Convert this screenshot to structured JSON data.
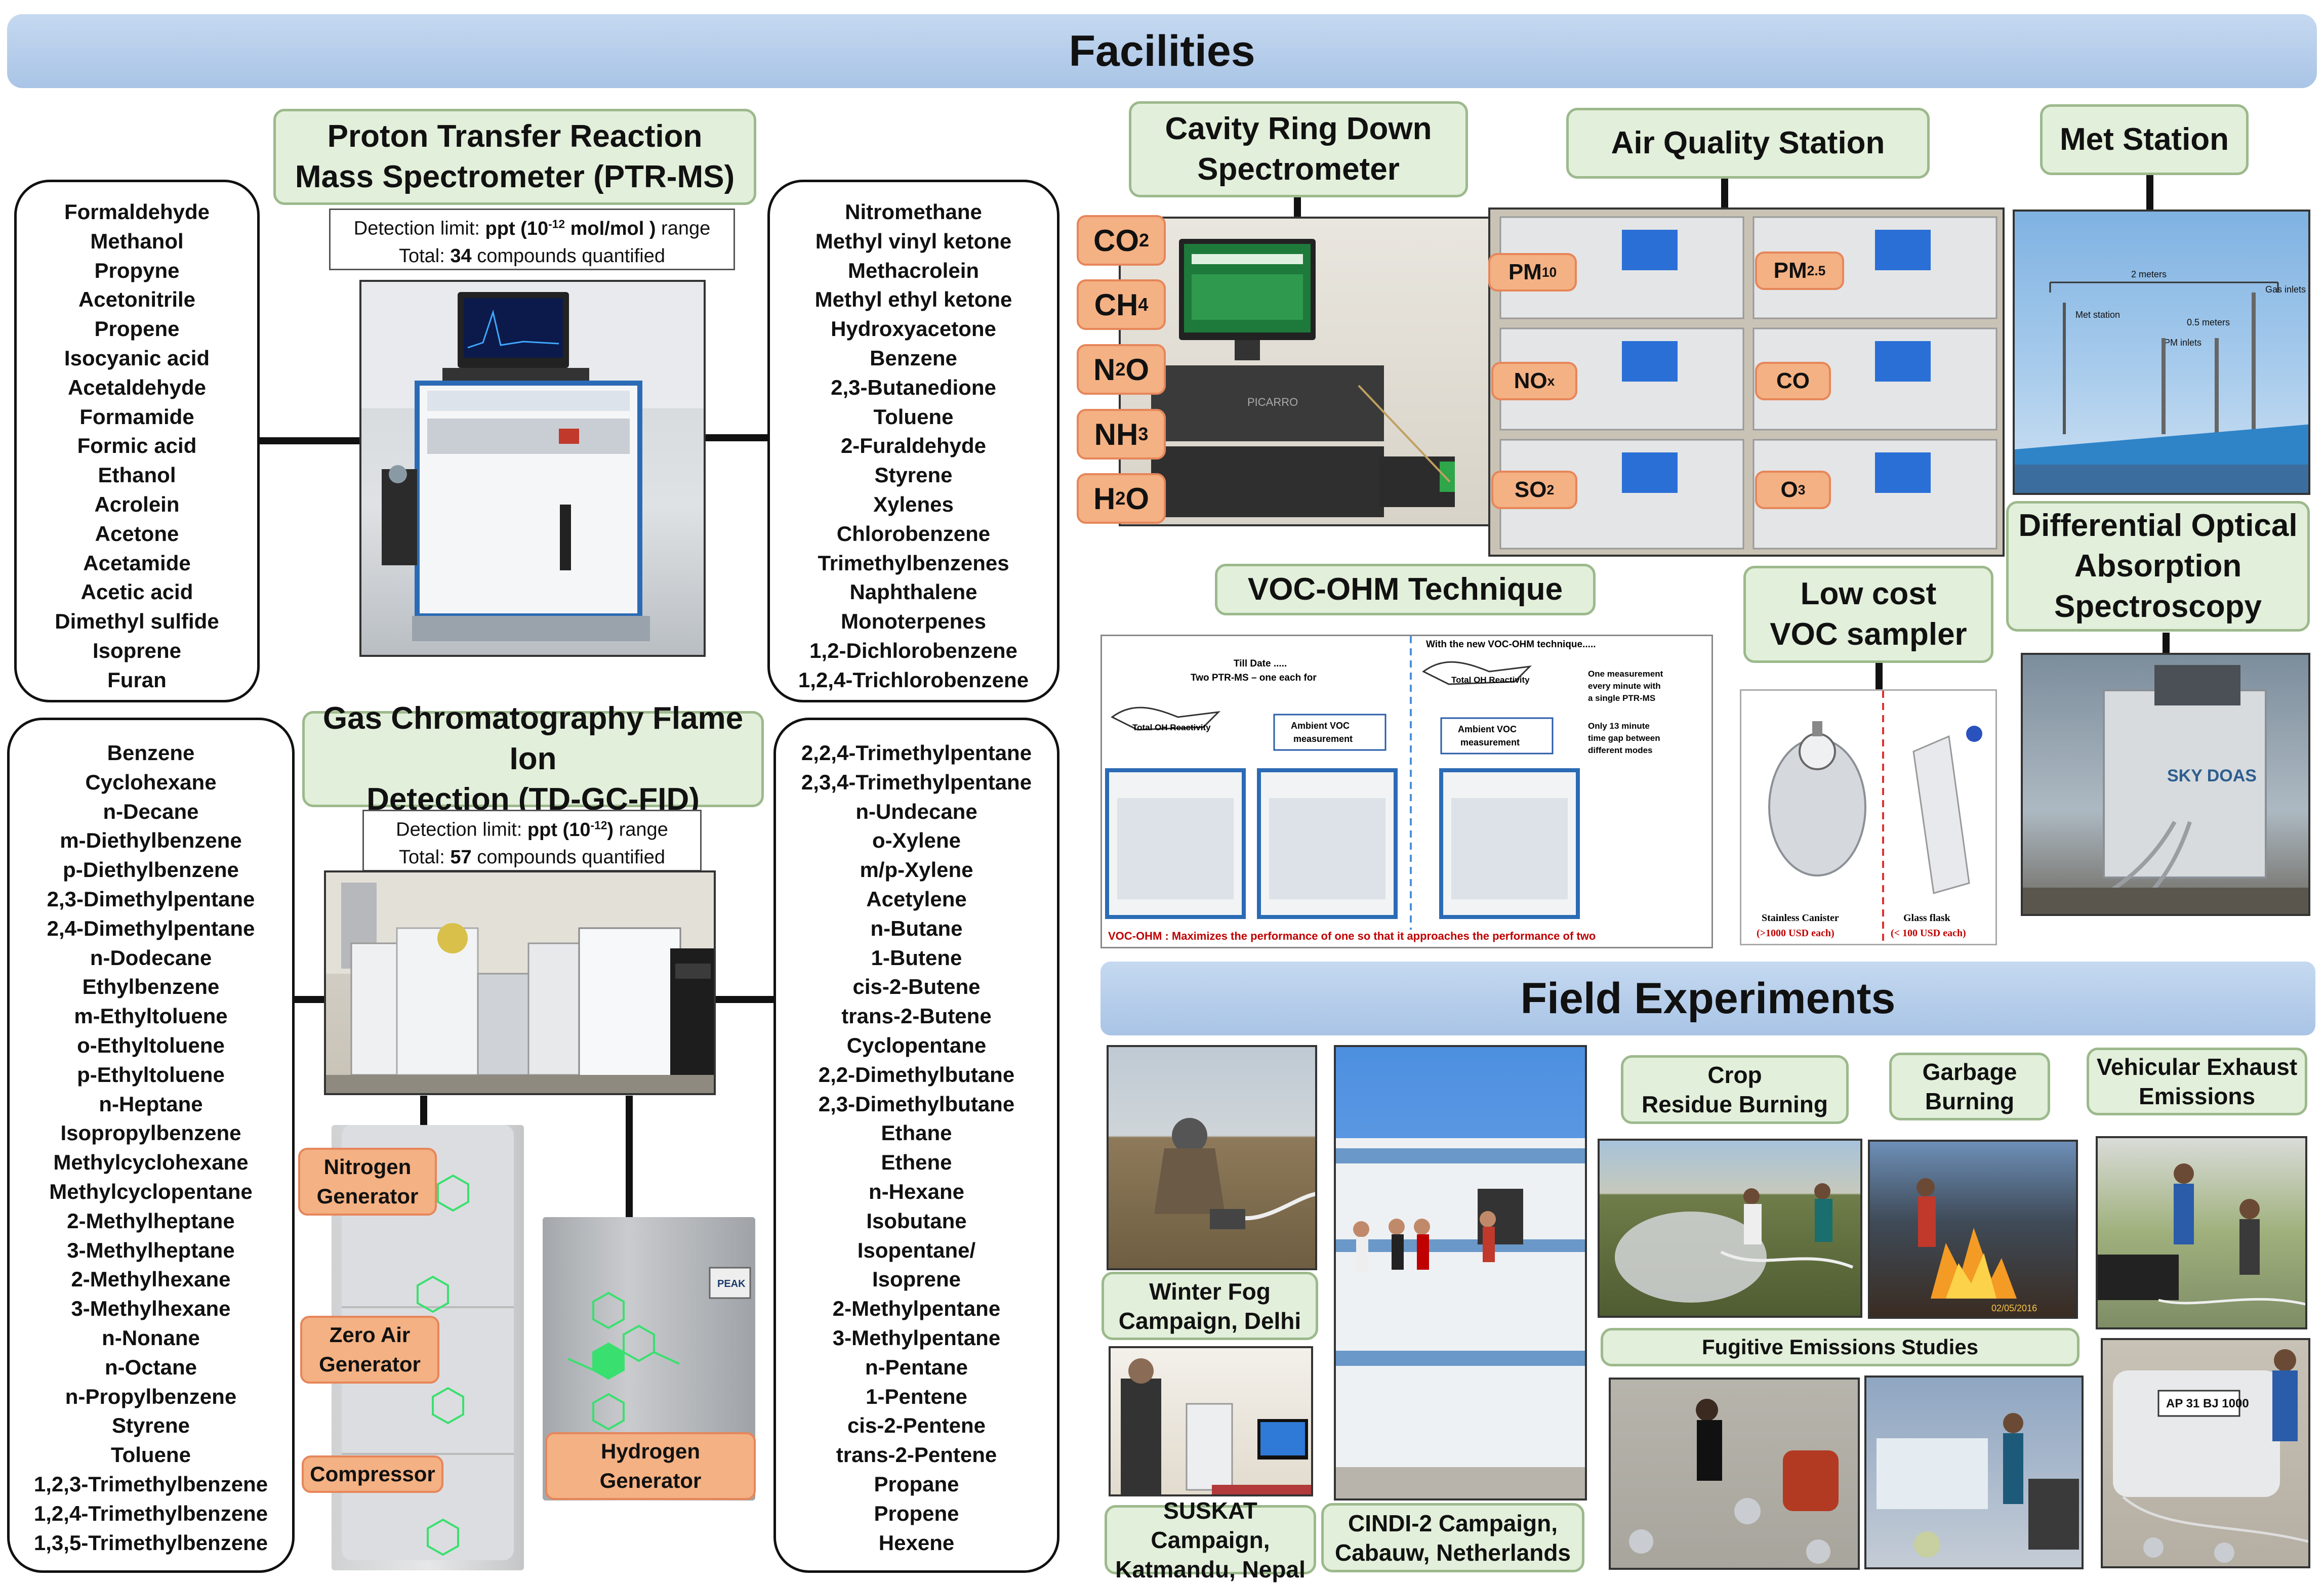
{
  "title": "Facilities",
  "ptrms": {
    "name_line1": "Proton Transfer Reaction",
    "name_line2": "Mass Spectrometer (PTR-MS)",
    "detection_prefix": "Detection limit: ",
    "detection_bold": "ppt (10",
    "detection_exp": "-12",
    "detection_unit": " mol/mol )",
    "detection_suffix": " range",
    "total_prefix": "Total: ",
    "total_count": "34",
    "total_suffix": " compounds quantified",
    "compounds_left": [
      "Formaldehyde",
      "Methanol",
      "Propyne",
      "Acetonitrile",
      "Propene",
      "Isocyanic acid",
      "Acetaldehyde",
      "Formamide",
      "Formic acid",
      "Ethanol",
      "Acrolein",
      "Acetone",
      "Acetamide",
      "Acetic acid",
      "Dimethyl sulfide",
      "Isoprene",
      "Furan"
    ],
    "compounds_right": [
      "Nitromethane",
      "Methyl vinyl ketone",
      "Methacrolein",
      "Methyl ethyl ketone",
      "Hydroxyacetone",
      "Benzene",
      "2,3-Butanedione",
      "Toluene",
      "2-Furaldehyde",
      "Styrene",
      "Xylenes",
      "Chlorobenzene",
      "Trimethylbenzenes",
      "Naphthalene",
      "Monoterpenes",
      "1,2-Dichlorobenzene",
      "1,2,4-Trichlorobenzene"
    ]
  },
  "gcfid": {
    "name_line1": "Gas Chromatography Flame Ion",
    "name_line2": "Detection (TD-GC-FID)",
    "detection_prefix": "Detection limit: ",
    "detection_bold": "ppt (10",
    "detection_exp": "-12",
    "detection_unit": ")",
    "detection_suffix": " range",
    "total_prefix": "Total: ",
    "total_count": "57",
    "total_suffix": " compounds quantified",
    "compounds_left": [
      "Benzene",
      "Cyclohexane",
      "n-Decane",
      "m-Diethylbenzene",
      "p-Diethylbenzene",
      "2,3-Dimethylpentane",
      "2,4-Dimethylpentane",
      "n-Dodecane",
      "Ethylbenzene",
      "m-Ethyltoluene",
      "o-Ethyltoluene",
      "p-Ethyltoluene",
      "n-Heptane",
      "Isopropylbenzene",
      "Methylcyclohexane",
      "Methylcyclopentane",
      "2-Methylheptane",
      "3-Methylheptane",
      "2-Methylhexane",
      "3-Methylhexane",
      "n-Nonane",
      "n-Octane",
      "n-Propylbenzene",
      "Styrene",
      "Toluene",
      "1,2,3-Trimethylbenzene",
      "1,2,4-Trimethylbenzene",
      "1,3,5-Trimethylbenzene"
    ],
    "compounds_right": [
      "2,2,4-Trimethylpentane",
      "2,3,4-Trimethylpentane",
      "n-Undecane",
      "o-Xylene",
      "m/p-Xylene",
      "Acetylene",
      "n-Butane",
      "1-Butene",
      "cis-2-Butene",
      "trans-2-Butene",
      "Cyclopentane",
      "2,2-Dimethylbutane",
      "2,3-Dimethylbutane",
      "Ethane",
      "Ethene",
      "n-Hexane",
      "Isobutane",
      "Isopentane/",
      "Isoprene",
      "2-Methylpentane",
      "3-Methylpentane",
      "n-Pentane",
      "1-Pentene",
      "cis-2-Pentene",
      "trans-2-Pentene",
      "Propane",
      "Propene",
      "Hexene"
    ],
    "generators": {
      "nitrogen": [
        "Nitrogen",
        "Generator"
      ],
      "zero_air": [
        "Zero Air",
        "Generator"
      ],
      "compressor": "Compressor",
      "hydrogen": [
        "Hydrogen",
        "Generator"
      ]
    }
  },
  "crds": {
    "name_line1": "Cavity Ring Down",
    "name_line2": "Spectrometer",
    "gases": [
      {
        "base": "CO",
        "sub": "2",
        "post": ""
      },
      {
        "base": "CH",
        "sub": "4",
        "post": ""
      },
      {
        "base": "N",
        "sub": "2",
        "post": "O"
      },
      {
        "base": "NH",
        "sub": "3",
        "post": ""
      },
      {
        "base": "H",
        "sub": "2",
        "post": "O"
      }
    ]
  },
  "aqs": {
    "name": "Air Quality Station",
    "labels": [
      {
        "base": "PM",
        "sub": "10",
        "post": ""
      },
      {
        "base": "PM",
        "sub": "2.5",
        "post": ""
      },
      {
        "base": "NO",
        "sub": "x",
        "post": ""
      },
      {
        "base": "CO",
        "sub": "",
        "post": ""
      },
      {
        "base": "SO",
        "sub": "2",
        "post": ""
      },
      {
        "base": "O",
        "sub": "3",
        "post": ""
      }
    ]
  },
  "met": {
    "name": "Met Station",
    "photo_labels": [
      "2 meters",
      "Gas inlets",
      "Met station",
      "0.5 meters",
      "PM inlets"
    ]
  },
  "doas": {
    "name_line1": "Differential Optical",
    "name_line2": "Absorption",
    "name_line3": "Spectroscopy",
    "instrument_text": "SKY DOAS"
  },
  "vocohm": {
    "name": "VOC-OHM Technique",
    "till_date_line1": "Till Date .....",
    "till_date_line2": "Two PTR-MS – one each for",
    "new_technique": "With the new VOC-OHM technique.....",
    "total_oh_left": "Total OH Reactivity",
    "ambient_left": [
      "Ambient VOC",
      "measurement"
    ],
    "total_oh_right": "Total OH Reactivity",
    "ambient_right": [
      "Ambient VOC",
      "measurement"
    ],
    "note1": [
      "One measurement",
      "every minute with",
      "a single PTR-MS"
    ],
    "note2": [
      "Only 13 minute",
      "time gap between",
      "different modes"
    ],
    "footer": "VOC-OHM : Maximizes the performance of one so that it approaches the performance of two"
  },
  "lowcost": {
    "name_line1": "Low cost",
    "name_line2": "VOC sampler",
    "canister_label": "Stainless Canister",
    "canister_price": "(>1000 USD each)",
    "flask_label": "Glass flask",
    "flask_price": "(< 100 USD each)"
  },
  "field": {
    "title": "Field Experiments",
    "winter_fog": [
      "Winter Fog",
      "Campaign, Delhi"
    ],
    "suskat": [
      "SUSKAT Campaign,",
      "Katmandu, Nepal"
    ],
    "cindi": [
      "CINDI-2 Campaign,",
      "Cabauw, Netherlands"
    ],
    "crop": [
      "Crop",
      "Residue Burning"
    ],
    "garbage": [
      "Garbage",
      "Burning"
    ],
    "vehicular": [
      "Vehicular Exhaust",
      "Emissions"
    ],
    "fugitive": "Fugitive Emissions Studies",
    "photo_date": "02/05/2016",
    "plate": "AP 31 BJ 1000"
  },
  "colors": {
    "banner": "#a9c4e6",
    "green_box": "#e2efda",
    "green_border": "#9cb98c",
    "orange_box": "#f4b183",
    "voc_footer_red": "#c00000"
  }
}
